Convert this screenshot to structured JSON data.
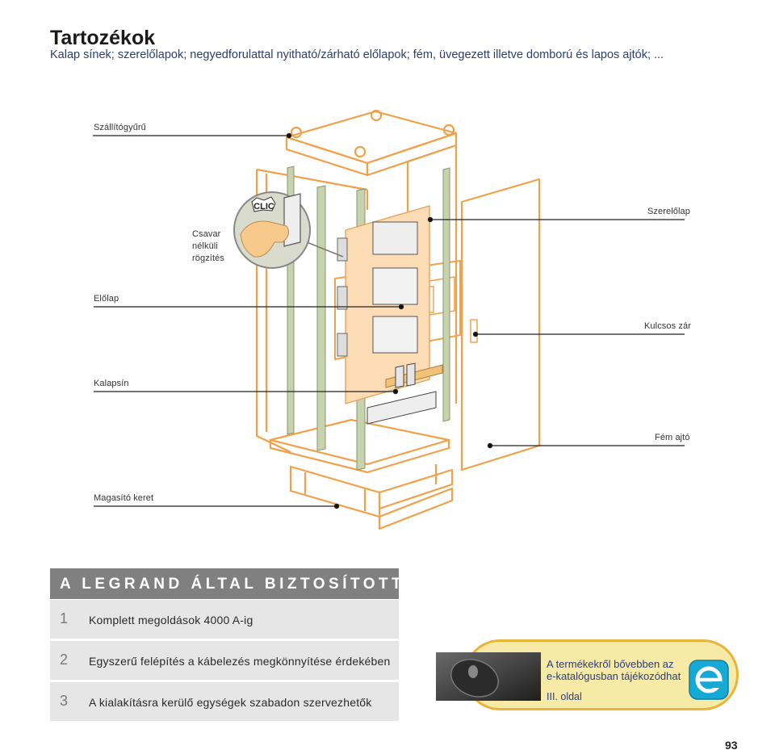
{
  "header": {
    "title": "Tartozékok",
    "subtitle": "Kalap sínek; szerelőlapok; negyedforulattal nyitható/zárható előlapok; fém, üvegezett illetve domború és lapos ajtók; ..."
  },
  "diagram": {
    "labels": {
      "szallitogyuru": "Szállítógyűrű",
      "csavar_line1": "Csavar",
      "csavar_line2": "nélküli",
      "csavar_line3": "rögzítés",
      "clic": "CLIC",
      "szerelolap": "Szerelőlap",
      "elolap": "Előlap",
      "kulcsos_zar": "Kulcsos zár",
      "kalapsin": "Kalapsín",
      "fem_ajto": "Fém ajtó",
      "magasito_keret": "Magasító keret"
    },
    "colors": {
      "frame": "#f0a14a",
      "rail": "#c8d2ad",
      "leader": "#222222",
      "magnifier_bg": "#d9dccc",
      "hand": "#f7c98a"
    }
  },
  "advantages": {
    "title": "A LEGRAND ÁLTAL BIZTOSÍTOTT ELŐNYÖK",
    "items": [
      {
        "num": "1",
        "text": "Komplett megoldások 4000 A-ig"
      },
      {
        "num": "2",
        "text": "Egyszerű felépítés a kábelezés megkönnyítése érdekében"
      },
      {
        "num": "3",
        "text": "A kialakításra kerülő egységek szabadon szervezhetők"
      }
    ]
  },
  "promo": {
    "line1": "A termékekről bővebben az",
    "line2": "e-katalógusban tájékozódhat",
    "line3": "III. oldal",
    "logo_icon": "e-catalog-icon",
    "photo_icon": "computer-mouse-photo",
    "colors": {
      "pill_bg": "#f7e9a6",
      "pill_border": "#e8b53a",
      "logo_bg": "#17a9d6",
      "text": "#2b3e7a"
    }
  },
  "page": {
    "number": "93"
  }
}
